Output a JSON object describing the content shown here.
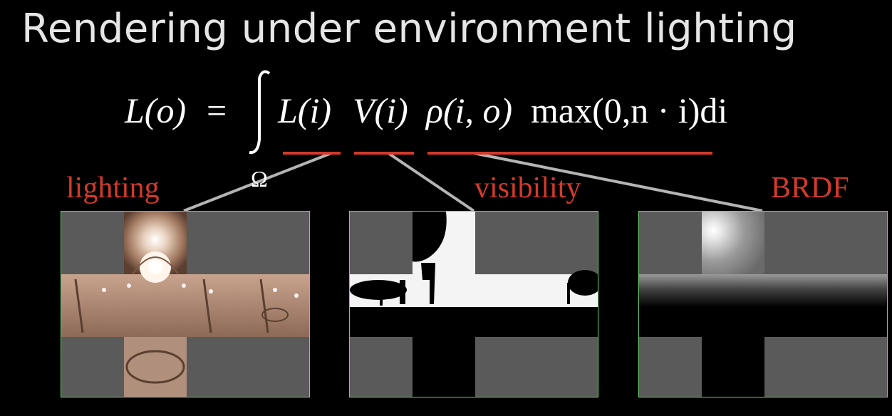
{
  "slide": {
    "title": "Rendering under environment lighting",
    "equation": {
      "lhs": "L(o)",
      "equals": "=",
      "domain": "Ω",
      "term_lighting": "L(i)",
      "term_visibility": "V(i)",
      "term_brdf": "ρ(i, o)",
      "term_cosine": "max(0,n · i)di"
    },
    "labels": {
      "lighting": "lighting",
      "visibility": "visibility",
      "brdf": "BRDF"
    },
    "colors": {
      "accent": "#d33a2c",
      "panel_border": "#6fd16f",
      "connector": "#b4b4b4",
      "mask_gray": "#5a5a5a"
    }
  }
}
